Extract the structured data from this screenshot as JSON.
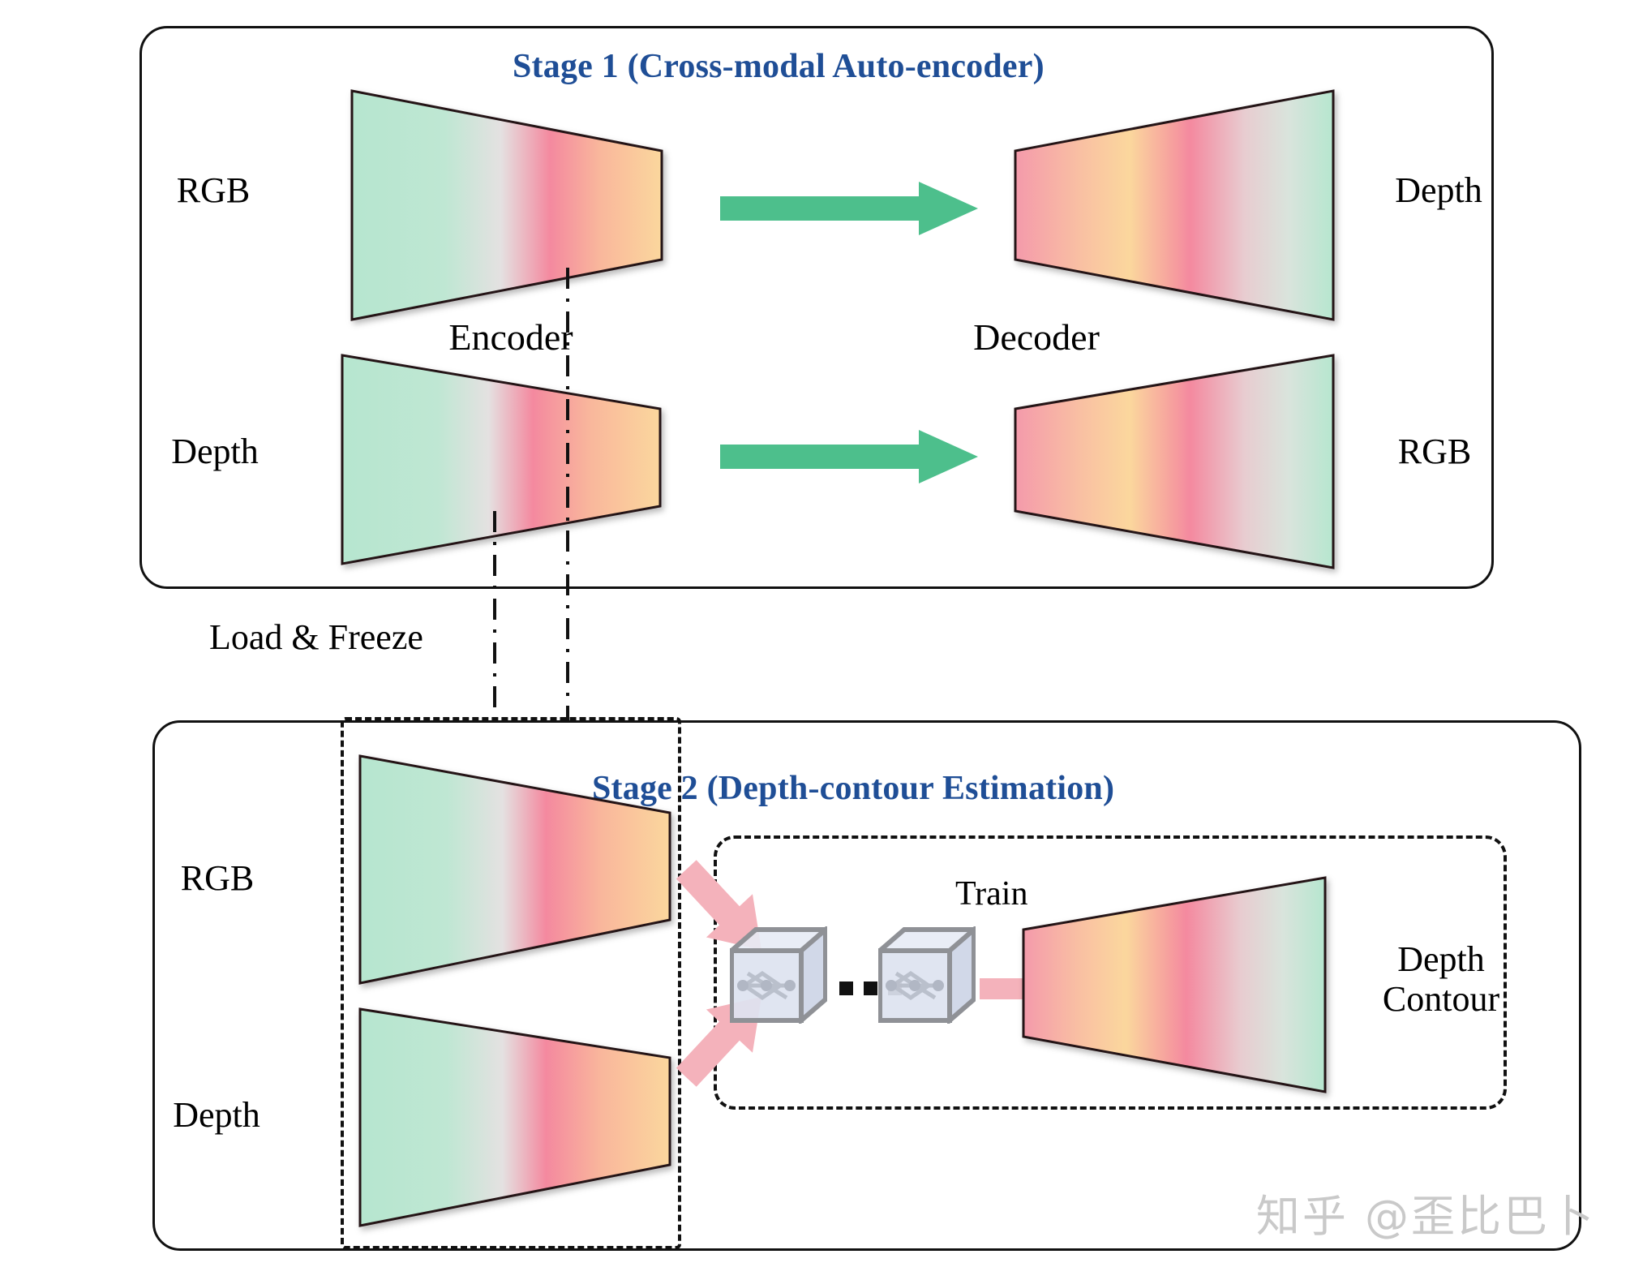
{
  "diagram": {
    "title_stage1": "Stage 1 (Cross-modal Auto-encoder)",
    "title_stage2": "Stage 2 (Depth-contour Estimation)",
    "colors": {
      "title_blue": "#1f4e96",
      "arrow_green": "#4dbf8c",
      "arrow_pink": "#f4b2bb",
      "grad_green": "#b6e6cf",
      "grad_gray": "#e3e0e0",
      "grad_pink": "#f4899f",
      "grad_peach": "#fcd79a",
      "cube_face": "#dde3f0",
      "cube_edge": "#8f9196",
      "outline": "#241416",
      "watermark_gray": "#c9c9c9"
    }
  },
  "stage1": {
    "title": "Stage 1 (Cross-modal Auto-encoder)",
    "label_encoder": "Encoder",
    "label_decoder": "Decoder",
    "row1": {
      "input_label": "RGB",
      "output_label": "Depth",
      "arrow": "green-right-arrow"
    },
    "row2": {
      "input_label": "Depth",
      "output_label": "RGB",
      "arrow": "green-right-arrow"
    }
  },
  "link": {
    "label": "Load & Freeze",
    "line_style": "dash-dot"
  },
  "stage2": {
    "title": "Stage 2 (Depth-contour Estimation)",
    "input_top_label": "RGB",
    "input_bottom_label": "Depth",
    "train_label": "Train",
    "output_label_line1": "Depth",
    "output_label_line2": "Contour",
    "ellipsis": "...",
    "blocks": [
      {
        "name": "transformer-cube-1"
      },
      {
        "name": "transformer-cube-2"
      }
    ]
  },
  "watermark": {
    "text": "知乎 @歪比巴卜"
  }
}
